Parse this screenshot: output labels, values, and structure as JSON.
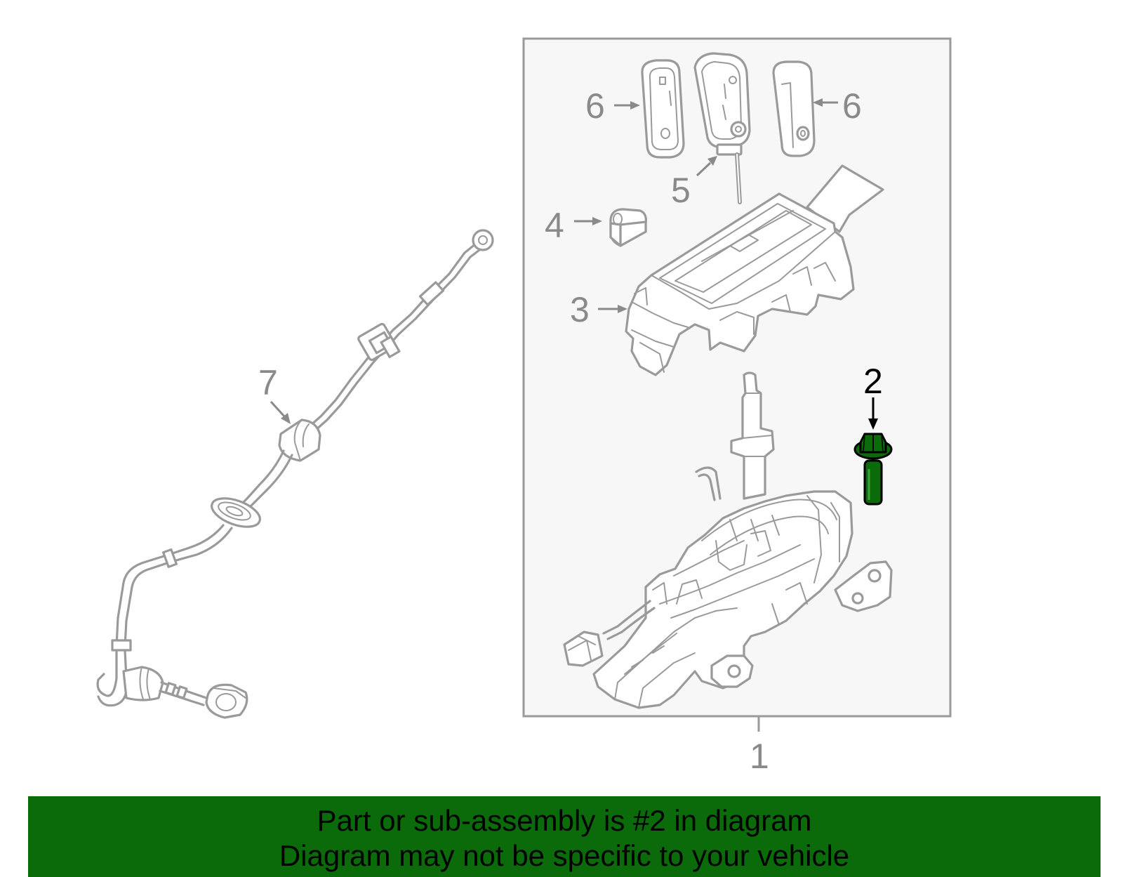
{
  "diagram": {
    "highlight_color": "#0b6b0b",
    "line_color": "#9a9a9a",
    "panel_fill": "#f7f7f7",
    "callouts": {
      "c1": "1",
      "c2": "2",
      "c3": "3",
      "c4": "4",
      "c5": "5",
      "c6_left": "6",
      "c6_right": "6",
      "c7": "7"
    }
  },
  "banner": {
    "background": "#0b6b0b",
    "line1": "Part or sub-assembly is #2 in diagram",
    "line2": "Diagram may not be specific to your vehicle"
  }
}
